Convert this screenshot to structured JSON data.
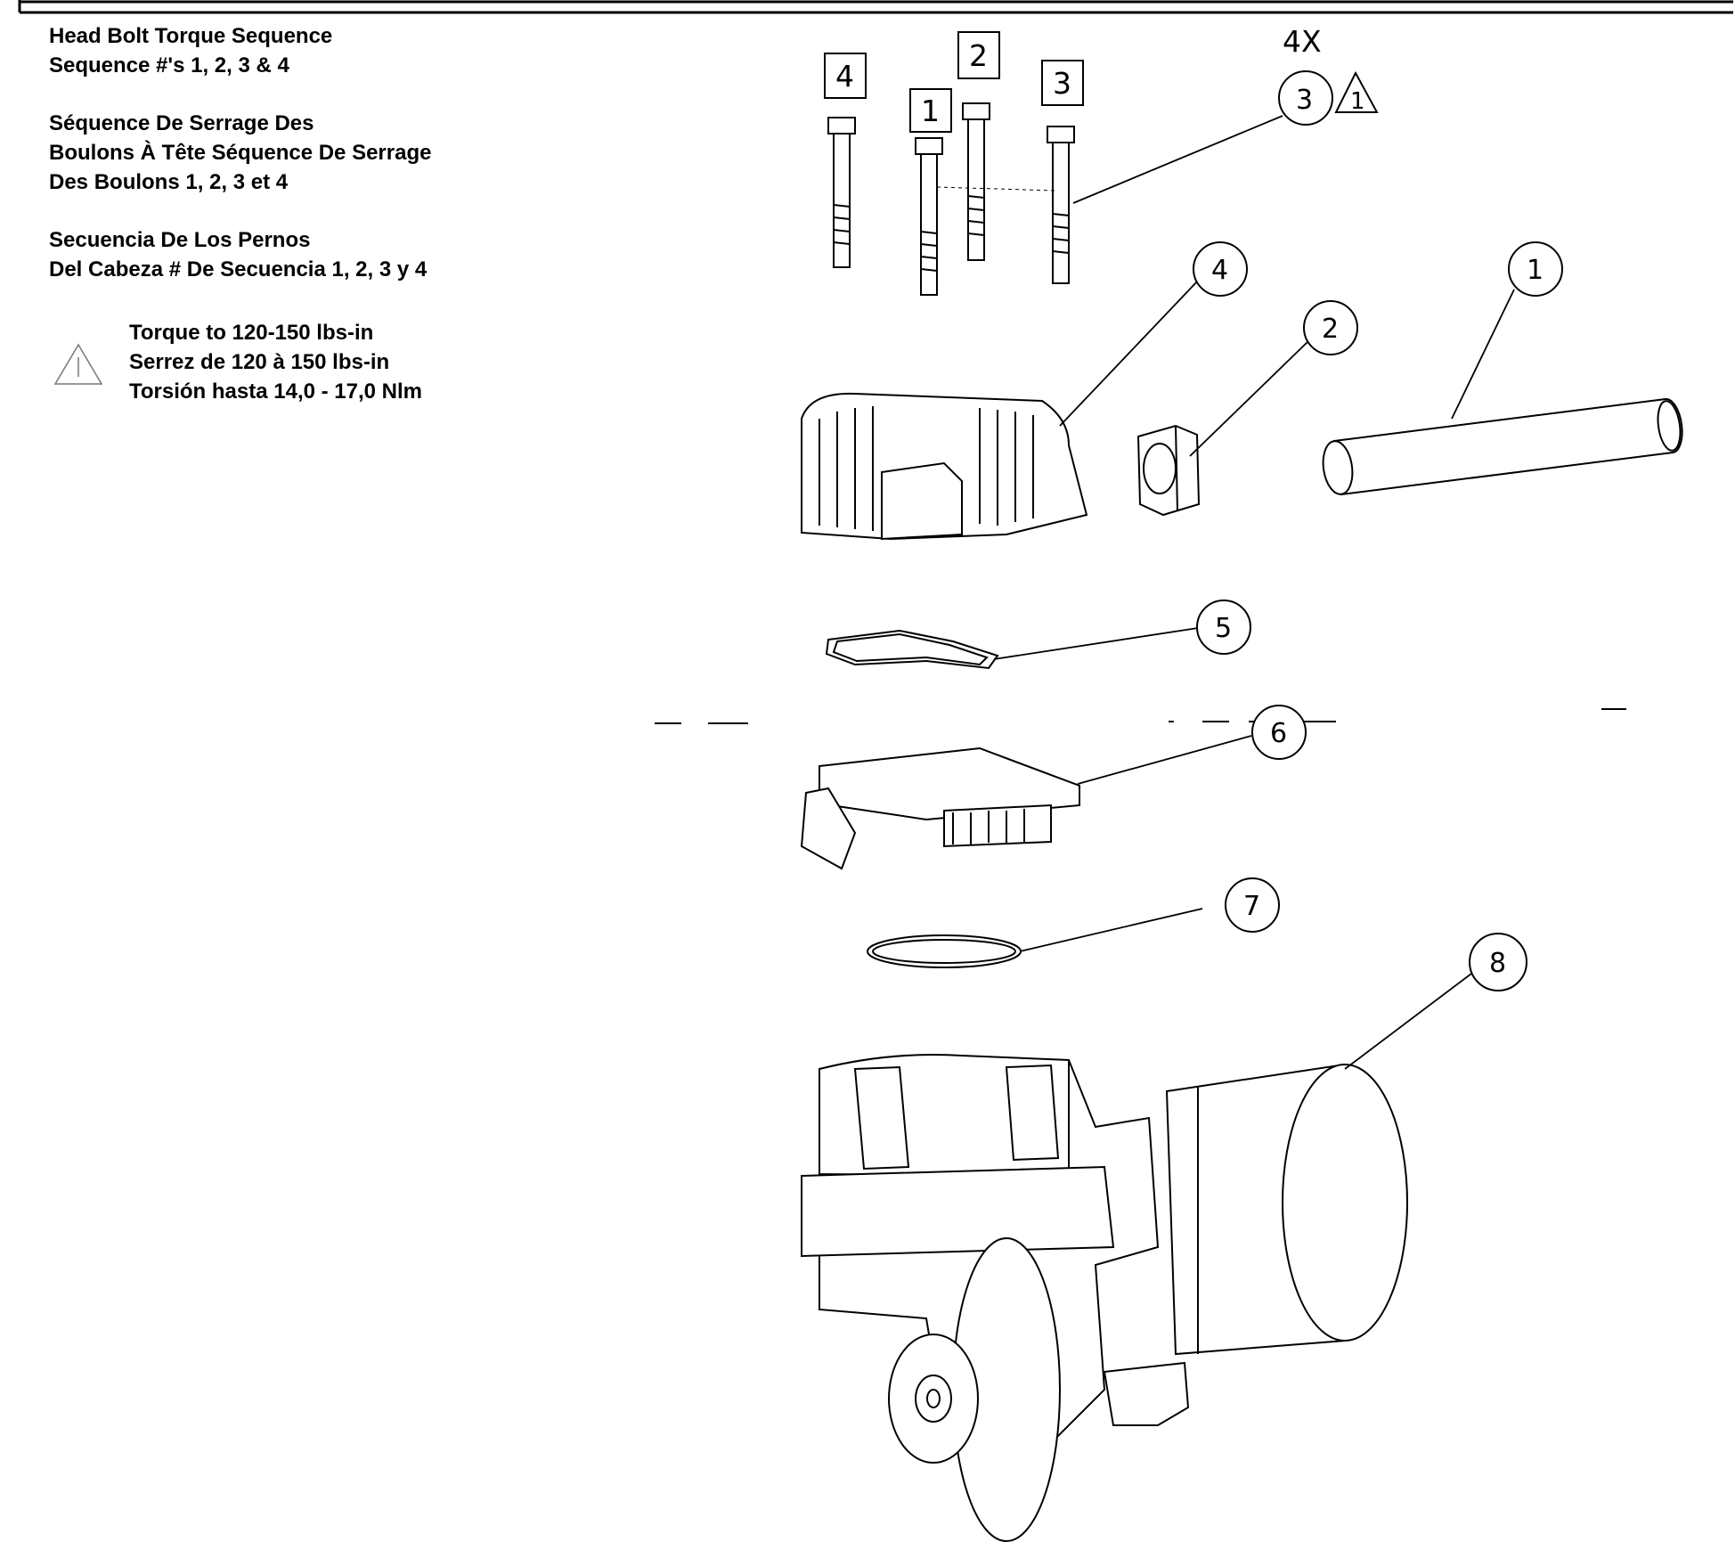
{
  "header": {
    "title": "Head Bolt Torque Sequence",
    "subtitle": "Sequence #'s 1, 2, 3 & 4"
  },
  "french": {
    "line1": "Séquence De Serrage Des",
    "line2": "Boulons À Tête Séquence De Serrage",
    "line3": "Des Boulons 1, 2, 3 et 4"
  },
  "spanish": {
    "line1": "Secuencia De Los Pernos",
    "line2": "Del Cabeza # De Secuencia 1, 2, 3 y 4"
  },
  "torque_note": {
    "icon": "warning-triangle-icon",
    "line1": "Torque to 120-150 lbs-in",
    "line2": "Serrez de 120 à 150 lbs-in",
    "line3": "Torsión hasta 14,0 - 17,0 Nlm"
  },
  "diagram": {
    "quantity_label": "4X",
    "warning_flag": "1",
    "sequence_boxes": [
      "4",
      "2",
      "1",
      "3"
    ],
    "callouts": {
      "c1": "1",
      "c2": "2",
      "c3": "3",
      "c4": "4",
      "c5": "5",
      "c6": "6",
      "c7": "7",
      "c8": "8"
    }
  }
}
